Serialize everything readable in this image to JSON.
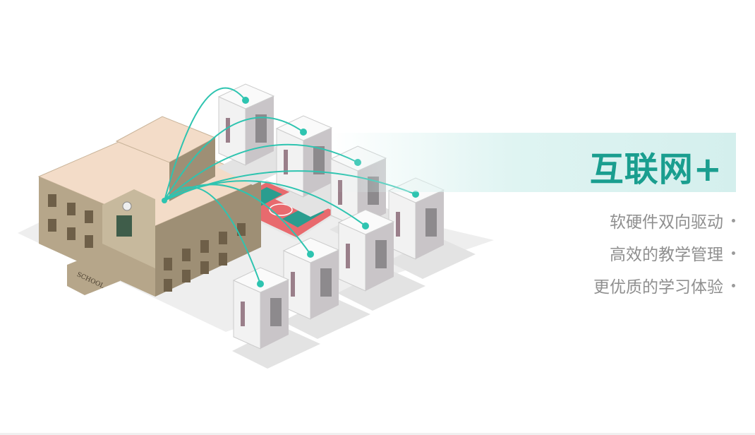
{
  "slide": {
    "title": "互联网+",
    "bullets": [
      "软硬件双向驱动",
      "高效的教学管理",
      "更优质的学习体验"
    ],
    "illustration_sign": "SCHOOL",
    "colors": {
      "accent": "#1a9e8f",
      "link": "#2ec4b0",
      "text": "#8f8f8f"
    }
  }
}
